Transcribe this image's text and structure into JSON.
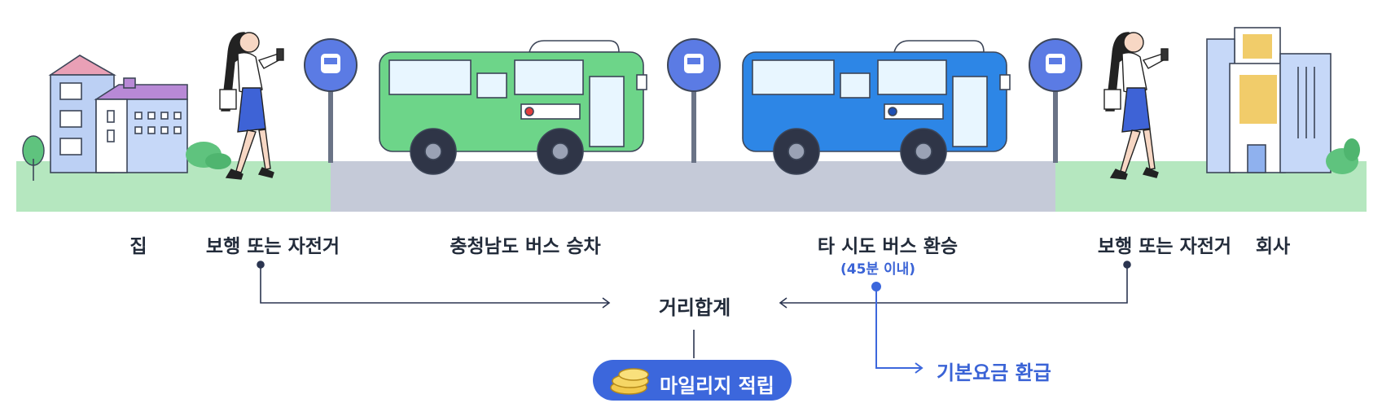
{
  "labels": {
    "home": "집",
    "walk1": "보행 또는 자전거",
    "bus1": "충청남도 버스 승차",
    "transfer": "타 시도 버스 환승",
    "transfer_note": "(45분 이내)",
    "walk2": "보행 또는 자전거",
    "office": "회사"
  },
  "total_label": "거리합계",
  "refund_label": "기본요금 환급",
  "mileage_label": "마일리지 적립",
  "colors": {
    "grass": "#b5e7bf",
    "road": "#c5cad8",
    "green_bus": "#6dd589",
    "blue_bus": "#2d86e6",
    "stop_sign": "#5b7be4",
    "accent": "#3c67dc",
    "line": "#2b3550"
  },
  "icons": [
    "house-icon",
    "walking-woman-icon",
    "bus-stop-icon",
    "green-bus-icon",
    "blue-bus-icon",
    "office-building-icon",
    "coins-icon",
    "arrow-right-icon"
  ]
}
